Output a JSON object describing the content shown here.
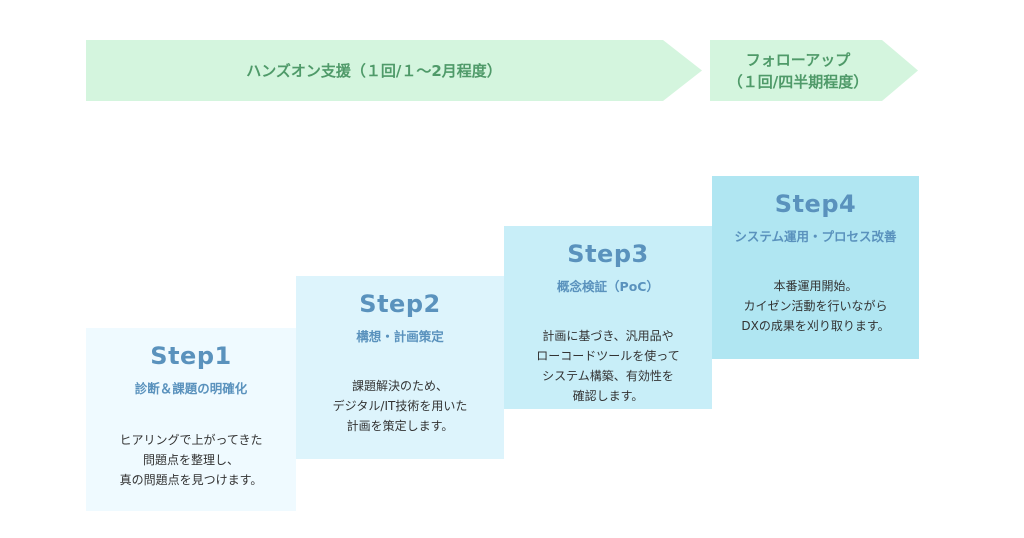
{
  "banners": {
    "hands_on": "ハンズオン支援（１回/１～2月程度）",
    "follow_up_line1": "フォローアップ",
    "follow_up_line2": "（１回/四半期程度）"
  },
  "steps": [
    {
      "title": "Step1",
      "subtitle": "診断＆課題の明確化",
      "lines": [
        "ヒアリングで上がってきた",
        "問題点を整理し、",
        "真の問題点を見つけます。"
      ]
    },
    {
      "title": "Step2",
      "subtitle": "構想・計画策定",
      "lines": [
        "課題解決のため、",
        "デジタル/IT技術を用いた",
        "計画を策定します。"
      ]
    },
    {
      "title": "Step3",
      "subtitle": "概念検証（PoC）",
      "lines": [
        "計画に基づき、汎用品や",
        "ローコードツールを使って",
        "システム構築、有効性を",
        "確認します。"
      ]
    },
    {
      "title": "Step4",
      "subtitle": "システム運用・プロセス改善",
      "lines": [
        "本番運用開始。",
        "カイゼン活動を行いながら",
        "DXの成果を刈り取ります。"
      ]
    }
  ],
  "colors": {
    "banner_bg": "#d4f5de",
    "banner_text": "#4f9a69",
    "step_title": "#5a92bd",
    "step1_bg": "#effaff",
    "step2_bg": "#ddf4fc",
    "step3_bg": "#c8eef8",
    "step4_bg": "#b0e6f2"
  }
}
